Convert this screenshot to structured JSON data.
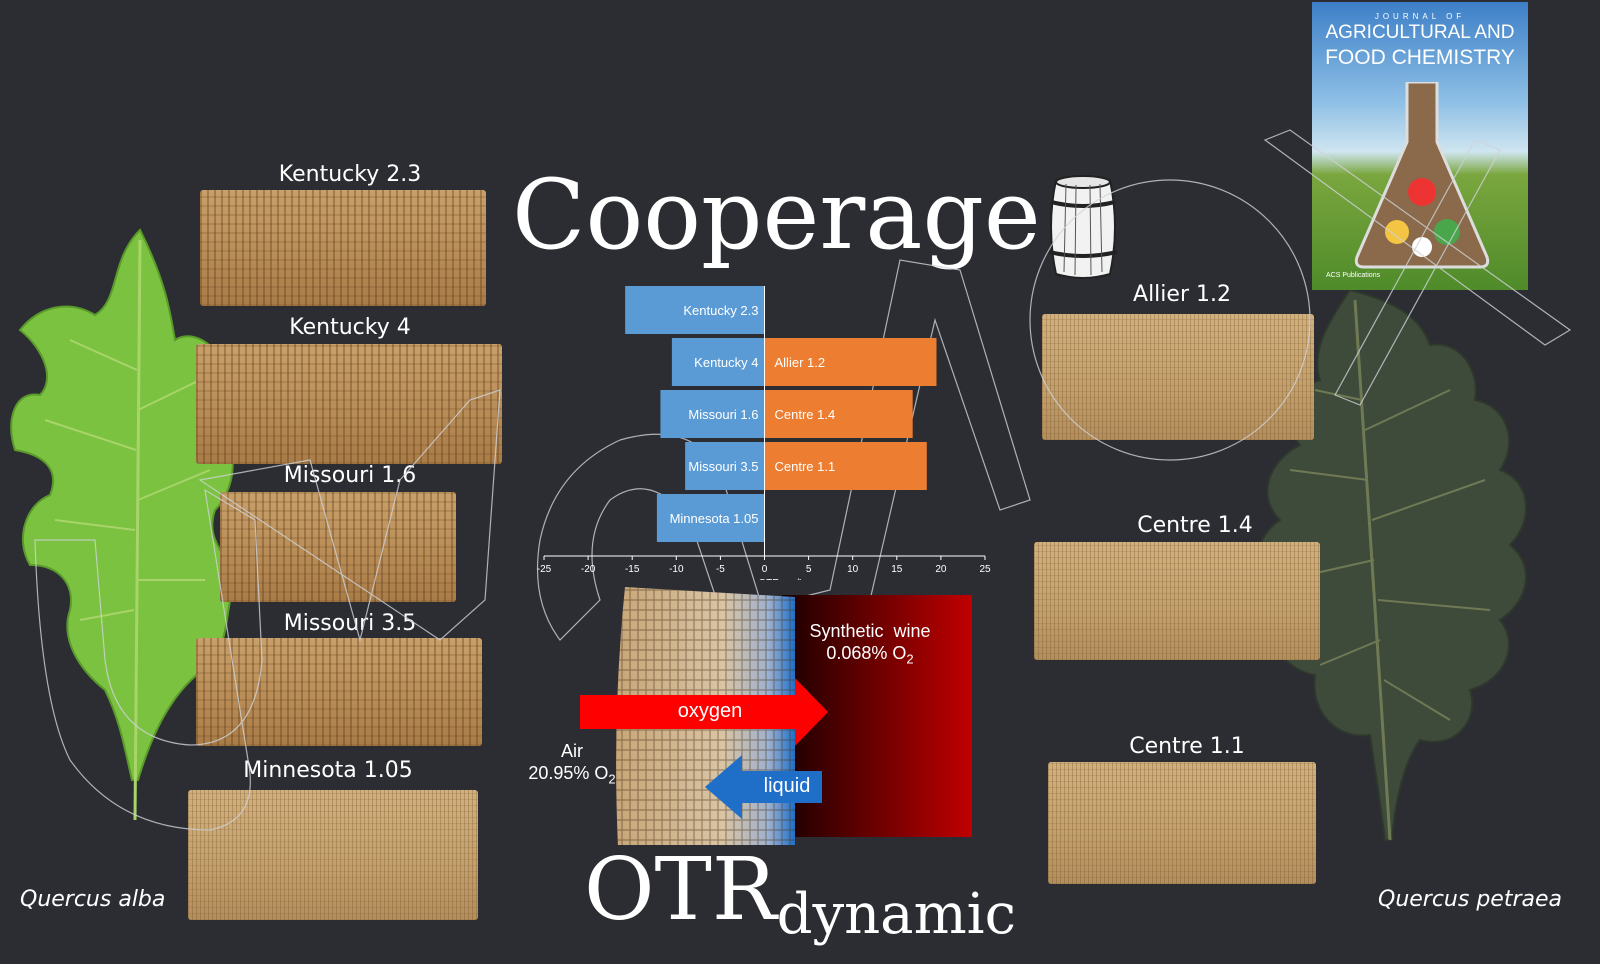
{
  "title": "Cooperage",
  "subtitle_main": "OTR",
  "subtitle_sub": "dynamic",
  "species": {
    "left": "Quercus alba",
    "right": "Quercus petraea"
  },
  "staves_left": [
    "Kentucky 2.3",
    "Kentucky 4",
    "Missouri 1.6",
    "Missouri 3.5",
    "Minnesota 1.05"
  ],
  "staves_right": [
    "Allier 1.2",
    "Centre 1.4",
    "Centre 1.1"
  ],
  "chart_data": {
    "type": "bar",
    "orientation": "horizontal",
    "xlabel": "OTR mg/L.year",
    "xlim": [
      -25,
      25
    ],
    "xticks": [
      -25,
      -20,
      -15,
      -10,
      -5,
      0,
      5,
      10,
      15,
      20,
      25
    ],
    "series": [
      {
        "labels": [
          "Kentucky 2.3",
          "Kentucky 4",
          "Missouri 1.6",
          "Missouri 3.5",
          "Minnesota 1.05"
        ],
        "values": [
          -15.8,
          -10.5,
          -11.8,
          -9,
          -12.2
        ],
        "color": "#5b9bd5"
      },
      {
        "labels": [
          "Allier 1.2",
          "Centre 1.4",
          "Centre 1.1"
        ],
        "values": [
          19.5,
          16.8,
          18.4
        ],
        "rows": [
          1,
          2,
          3
        ],
        "color": "#ed7d31"
      }
    ]
  },
  "diagram": {
    "left_label_1": "Air",
    "left_label_2": "20.95% O",
    "left_sub": "2",
    "right_label_1": "Synthetic  wine",
    "right_label_2": "0.068% O",
    "right_sub": "2",
    "arrow_oxygen": "oxygen",
    "arrow_liquid": "liquid",
    "colors": {
      "oxygen": "#ff0000",
      "liquid": "#1f6fc9",
      "wine": "#b00000"
    }
  },
  "journal": {
    "line1": "JOURNAL OF",
    "line2": "AGRICULTURAL AND",
    "line3": "FOOD CHEMISTRY",
    "publisher": "ACS Publications"
  }
}
